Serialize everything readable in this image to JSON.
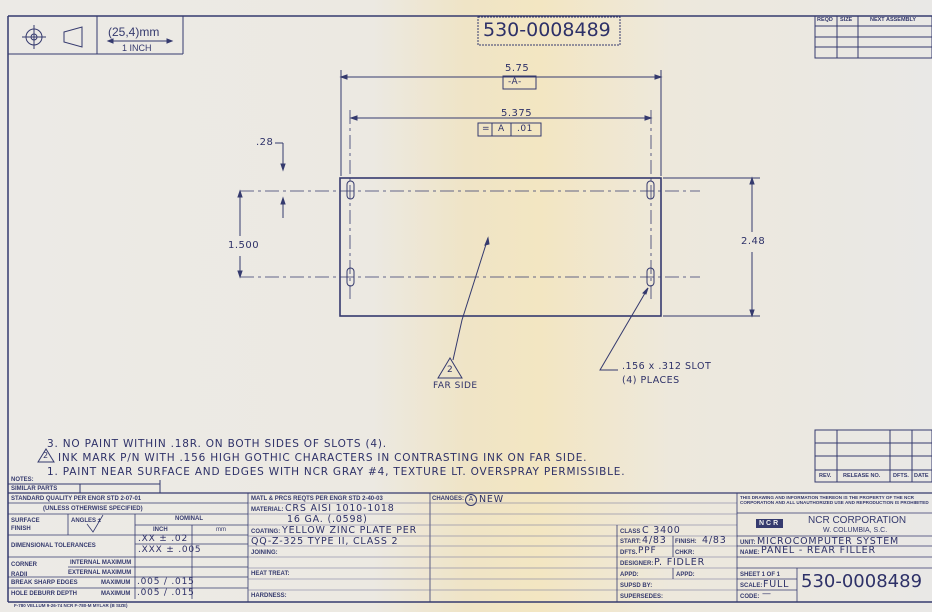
{
  "header": {
    "scale_metric": "(25,4)mm",
    "scale_inch": "1 INCH",
    "drawing_number": "530-0008489",
    "assembly_cols": [
      "REQD",
      "SIZE",
      "NEXT ASSEMBLY"
    ]
  },
  "drawing": {
    "dim_overall_width": "5.75",
    "datum_a": "-A-",
    "dim_slot_spacing": "5.375",
    "tolerance_frame": [
      "=",
      "A",
      ".01"
    ],
    "dim_edge_offset": ".28",
    "dim_slot_vertical": "1.500",
    "dim_height": "2.48",
    "far_side_flag": "2",
    "far_side_label": "FAR SIDE",
    "slot_note_1": ".156 x .312 SLOT",
    "slot_note_2": "(4) PLACES"
  },
  "notes": [
    "3. NO PAINT WITHIN .18R. ON BOTH SIDES OF SLOTS (4).",
    "INK MARK P/N WITH .156 HIGH GOTHIC CHARACTERS IN CONTRASTING INK ON FAR SIDE.",
    "1. PAINT NEAR SURFACE AND EDGES WITH NCR GRAY #4, TEXTURE LT. OVERSPRAY PERMISSIBLE."
  ],
  "note2_flag": "2",
  "revision": {
    "cols": [
      "REV.",
      "RELEASE NO.",
      "DFTS.",
      "DATE"
    ]
  },
  "title_block": {
    "notes_label": "NOTES:",
    "similar_parts": "SIMILAR PARTS",
    "standard_quality": "STANDARD QUALITY PER ENGR STD 2-07-01",
    "unless": "(UNLESS OTHERWISE SPECIFIED)",
    "surface_finish": "SURFACE FINISH",
    "finish_mark": "√",
    "angles": "ANGLES ±",
    "nominal": "NOMINAL",
    "inch": "INCH",
    "mm": "mm",
    "dim_tol": "DIMENSIONAL TOLERANCES",
    "tol_xx": ".XX ± .02",
    "tol_xxx": ".XXX ± .005",
    "corner_radii": "CORNER RADII",
    "internal_max": "INTERNAL MAXIMUM",
    "external_max": "EXTERNAL MAXIMUM",
    "break_edges": "BREAK SHARP EDGES",
    "hole_deburr": "HOLE DEBURR DEPTH",
    "maximum": "MAXIMUM",
    "break_value": ".005 / .015",
    "deburr_value": ".005 / .015",
    "matl_std": "MATL & PRCS REQTS PER ENGR STD 2-40-03",
    "material_label": "MATERIAL:",
    "material": "CRS AISI 1010-1018",
    "gauge": "16 GA. (.0598)",
    "coating_label": "COATING:",
    "coating": "YELLOW ZINC PLATE PER",
    "coating_2": "QQ-Z-325 TYPE II, CLASS 2",
    "joining": "JOINING:",
    "heat_treat": "HEAT TREAT:",
    "hardness": "HARDNESS:",
    "changes_label": "CHANGES:",
    "change_rev": "A",
    "change_text": "NEW",
    "class_label": "CLASS",
    "class": "C 3400",
    "start_label": "START:",
    "start": "4/83",
    "finish_label": "FINISH:",
    "finish": "4/83",
    "dfts_label": "DFTS.",
    "dfts": "PPF",
    "chkr": "CHKR:",
    "designer_label": "DESIGNER:",
    "designer": "P. FIDLER",
    "appd": "APPD:",
    "supsd": "SUPSD BY:",
    "supersedes": "SUPERSEDES:",
    "disclaimer": "THIS DRAWING AND INFORMATION THEREON IS THE PROPERTY OF THE NCR CORPORATION AND ALL UNAUTHORIZED USE AND REPRODUCTION IS PROHIBITED",
    "logo": "NCR",
    "company": "NCR CORPORATION",
    "location": "W. COLUMBIA, S.C.",
    "unit_label": "UNIT:",
    "unit": "MICROCOMPUTER SYSTEM",
    "name_label": "NAME:",
    "name": "PANEL - REAR FILLER",
    "sheet": "SHEET 1 OF 1",
    "scale_label": "SCALE:",
    "scale": "FULL",
    "code_label": "CODE:",
    "code": "—",
    "number": "530-0008489"
  },
  "footer": "F-780 VELLUM 9-26-74 NCR F-780-M MYLAR (B SIZE)"
}
